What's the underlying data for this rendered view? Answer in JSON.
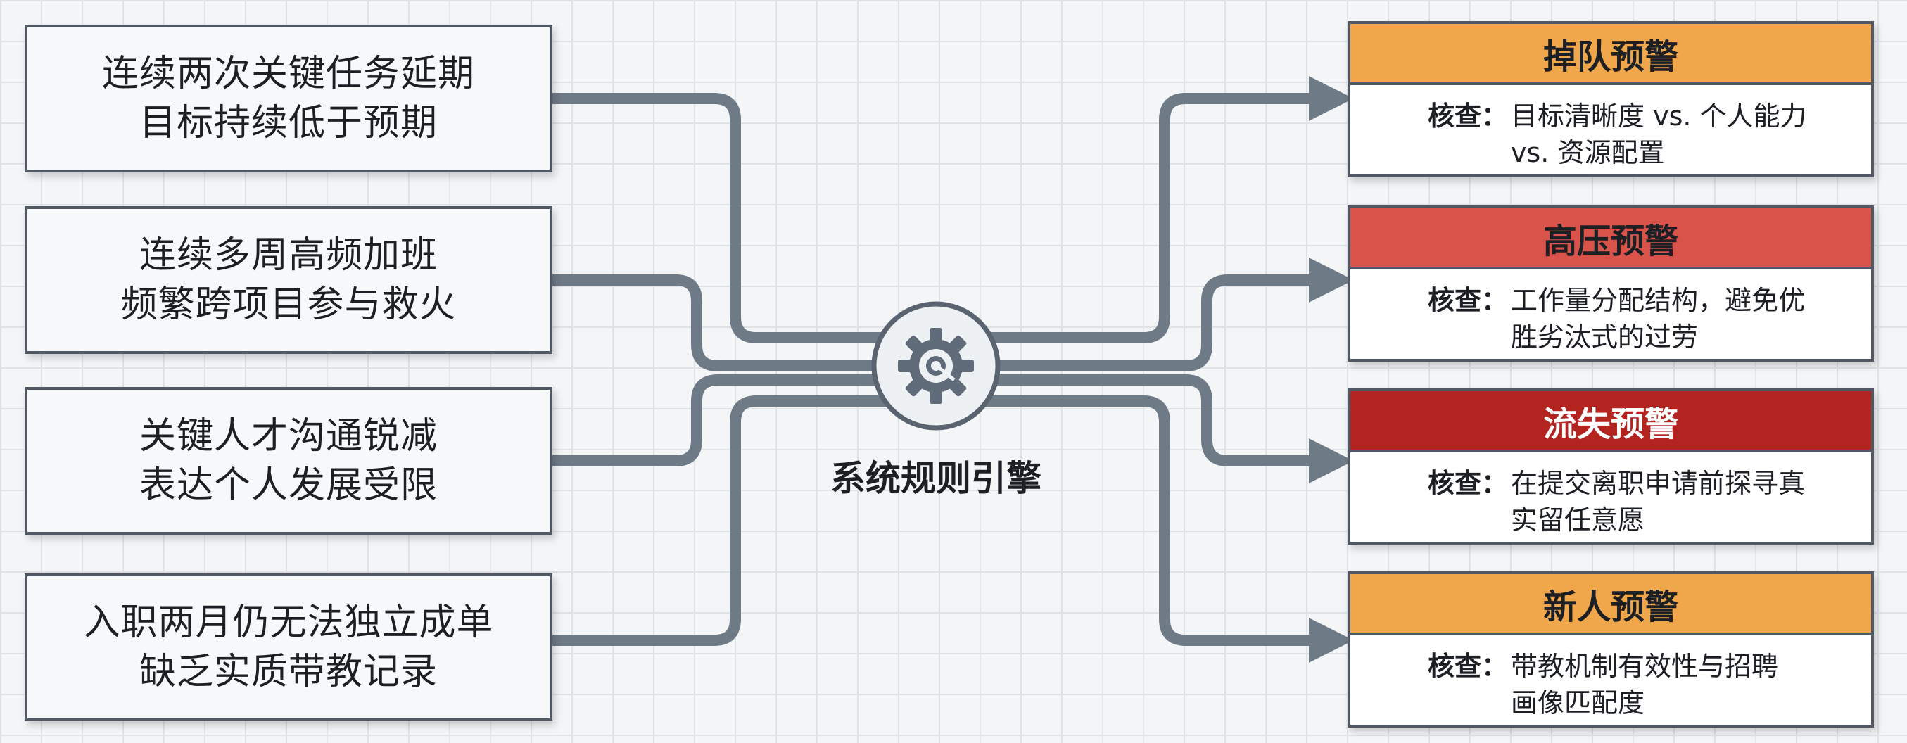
{
  "engine": {
    "label": "系统规则引擎",
    "icon": "gear-icon"
  },
  "triggers": [
    {
      "line1": "连续两次关键任务延期",
      "line2": "目标持续低于预期"
    },
    {
      "line1": "连续多周高频加班",
      "line2": "频繁跨项目参与救火"
    },
    {
      "line1": "关键人才沟通锐减",
      "line2": "表达个人发展受限"
    },
    {
      "line1": "入职两月仍无法独立成单",
      "line2": "缺乏实质带教记录"
    }
  ],
  "alerts": [
    {
      "title": "掉队预警",
      "check_label": "核查：",
      "line1": "目标清晰度 vs. 个人能力",
      "line2": "vs. 资源配置",
      "color": "#f0a64a",
      "text_color": "#1c1f23"
    },
    {
      "title": "高压预警",
      "check_label": "核查：",
      "line1": "工作量分配结构，避免优",
      "line2": "胜劣汰式的过劳",
      "color": "#d9534a",
      "text_color": "#1c1f23"
    },
    {
      "title": "流失预警",
      "check_label": "核查：",
      "line1": "在提交离职申请前探寻真",
      "line2": "实留任意愿",
      "color": "#b3231f",
      "text_color": "#ffffff"
    },
    {
      "title": "新人预警",
      "check_label": "核查：",
      "line1": "带教机制有效性与招聘",
      "line2": "画像匹配度",
      "color": "#f0a64a",
      "text_color": "#1c1f23"
    }
  ],
  "colors": {
    "connector": "#6f7a87",
    "box_border": "#4f5863",
    "grid": "#dfe3e8"
  }
}
